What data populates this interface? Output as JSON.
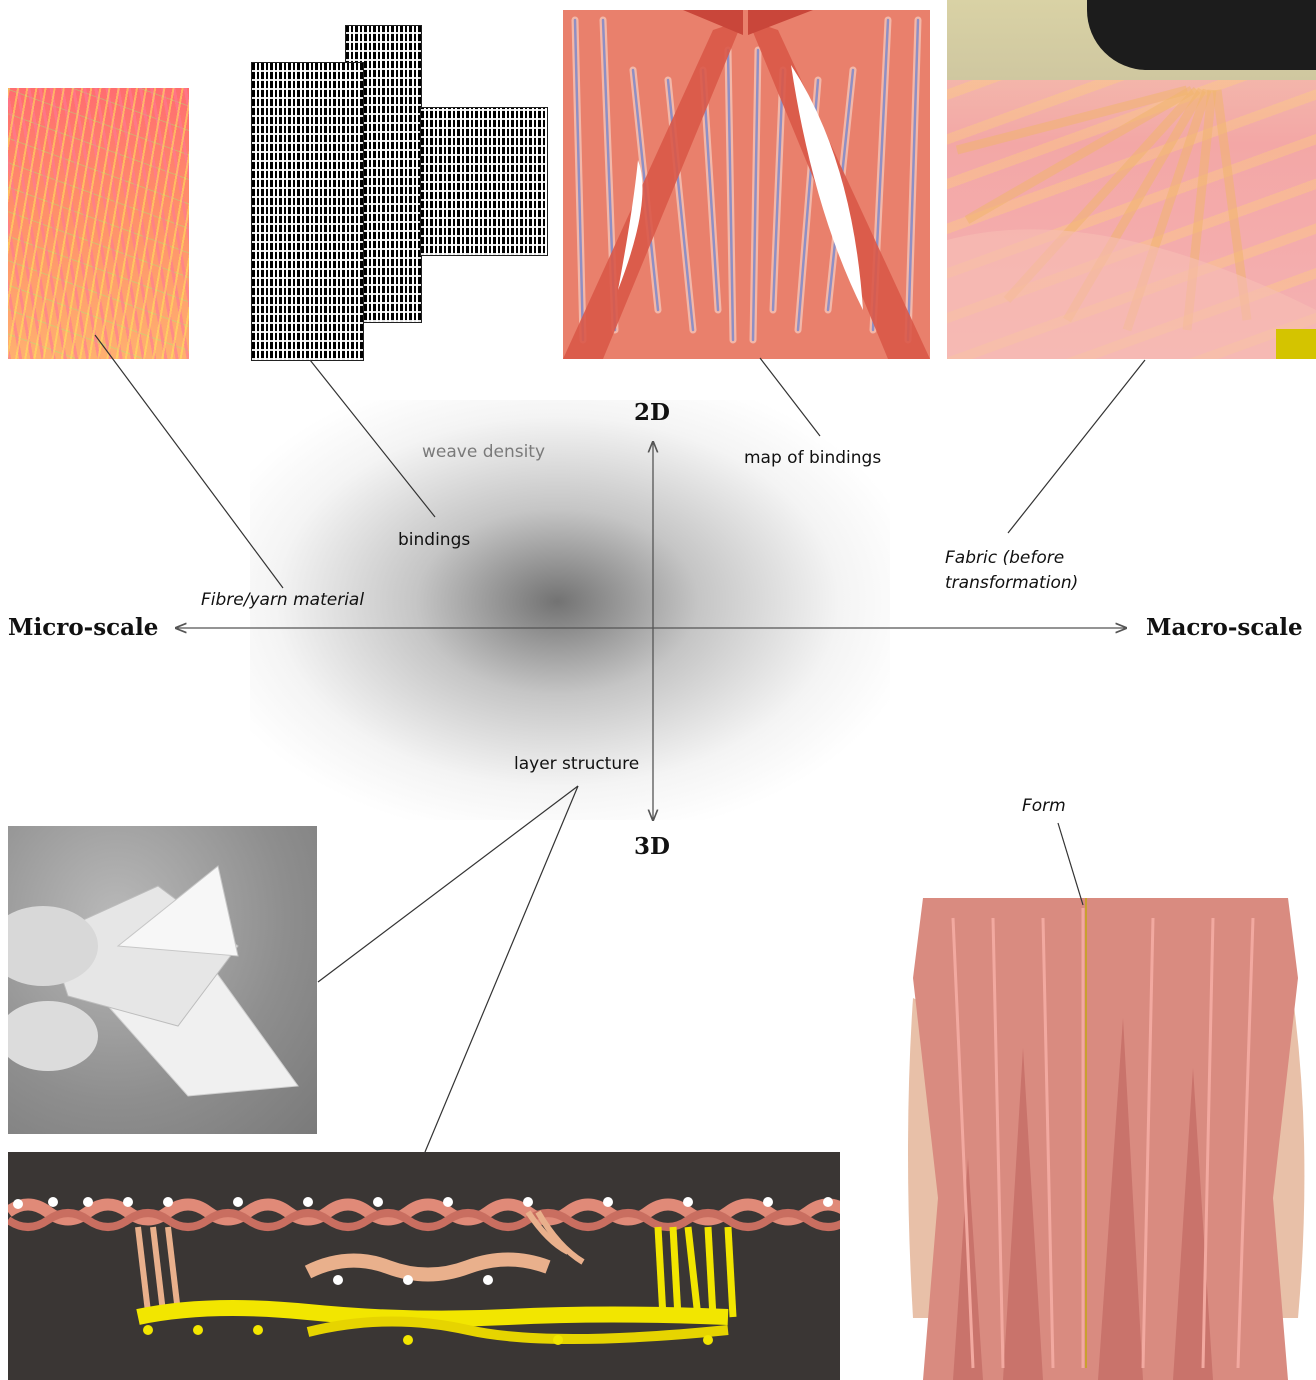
{
  "axes": {
    "top": "2D",
    "bottom": "3D",
    "left": "Micro-scale",
    "right": "Macro-scale"
  },
  "labels": {
    "fibre": "Fibre/yarn material",
    "bindings": "bindings",
    "weave_density": "weave density",
    "map_of_bindings": "map of bindings",
    "fabric_line1": "Fabric (before",
    "fabric_line2": "transformation)",
    "layer_structure": "layer structure",
    "form": "Form"
  },
  "colors": {
    "line": "#333333",
    "axis": "#555555",
    "fabric_pink": "#e6735f",
    "yarn_yellow": "#f2e600",
    "yarn_pink": "#e08a78"
  }
}
